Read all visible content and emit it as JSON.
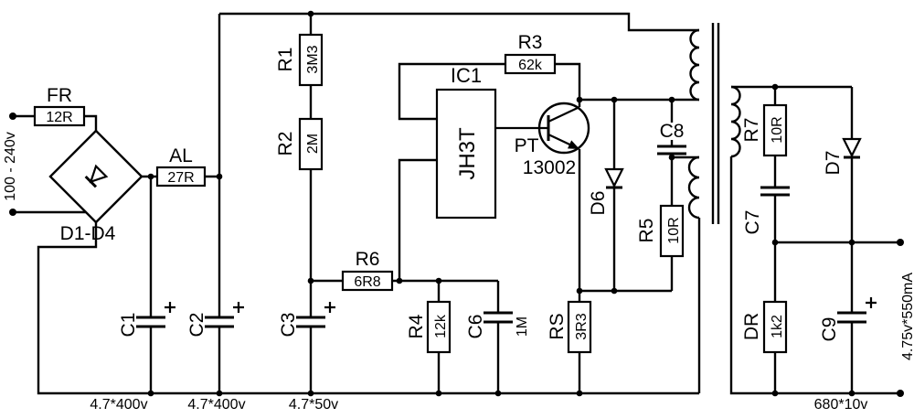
{
  "input": {
    "label": "100 - 240v"
  },
  "output": {
    "label": "4.75v*550mA"
  },
  "components": {
    "fr": {
      "label": "FR",
      "value": "12R"
    },
    "bridge": {
      "label": "D1-D4"
    },
    "al": {
      "label": "AL",
      "value": "27R"
    },
    "r1": {
      "label": "R1",
      "value": "3M3"
    },
    "r2": {
      "label": "R2",
      "value": "2M"
    },
    "r3": {
      "label": "R3",
      "value": "62k"
    },
    "r4": {
      "label": "R4",
      "value": "12k"
    },
    "r5": {
      "label": "R5",
      "value": "10R"
    },
    "r6": {
      "label": "R6",
      "value": "6R8"
    },
    "r7": {
      "label": "R7",
      "value": "10R"
    },
    "rs": {
      "label": "RS",
      "value": "3R3"
    },
    "dr": {
      "label": "DR",
      "value": "1k2"
    },
    "ic1": {
      "label": "IC1",
      "value": "JH3T"
    },
    "pt": {
      "label": "PT",
      "value": "13002"
    },
    "c1": {
      "label": "C1",
      "value": "4.7*400v"
    },
    "c2": {
      "label": "C2",
      "value": "4.7*400v"
    },
    "c3": {
      "label": "C3",
      "value": "4.7*50v"
    },
    "c6": {
      "label": "C6",
      "value": "1M"
    },
    "c7": {
      "label": "C7"
    },
    "c8": {
      "label": "C8"
    },
    "c9": {
      "label": "C9",
      "value": "680*10v"
    },
    "d6": {
      "label": "D6"
    },
    "d7": {
      "label": "D7"
    }
  },
  "colors": {
    "ink": "#000000",
    "background": "#ffffff"
  }
}
